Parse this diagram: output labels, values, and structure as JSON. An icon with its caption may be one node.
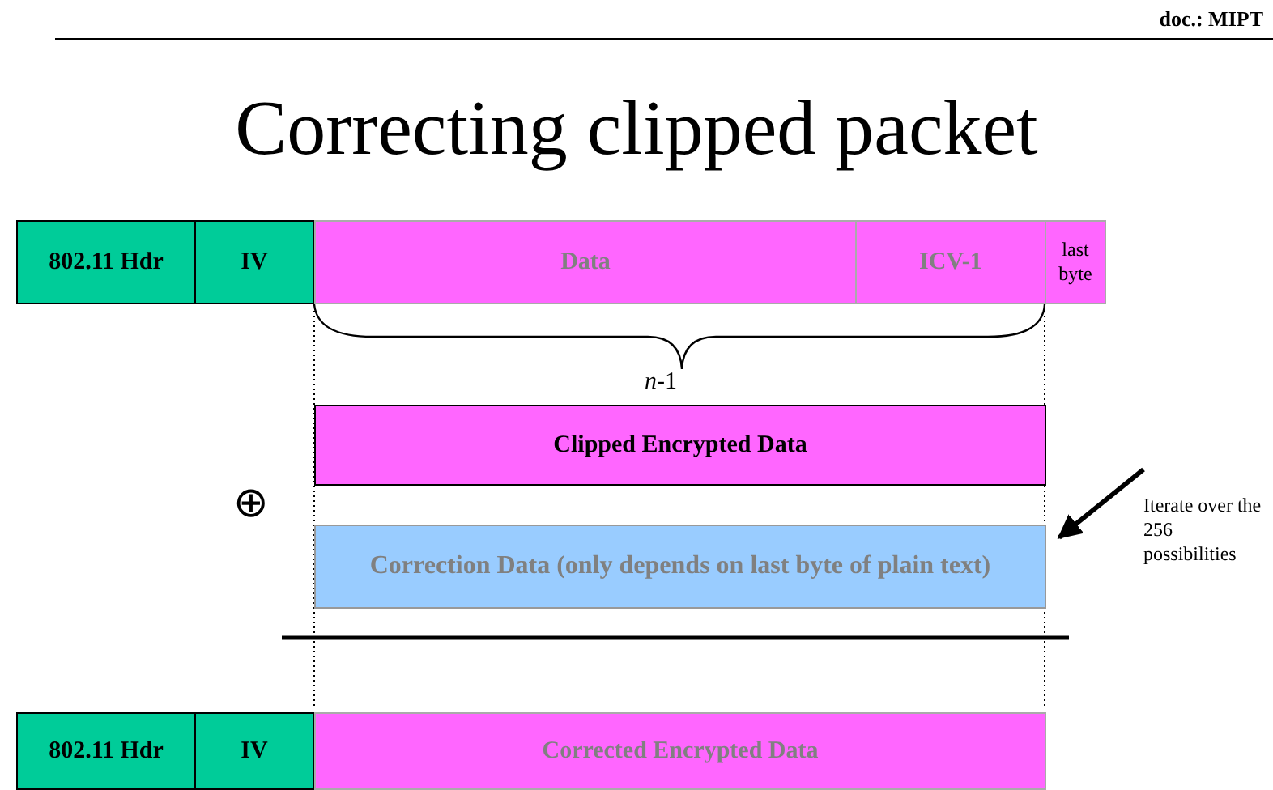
{
  "diagram": {
    "title": "Correcting clipped packet",
    "nodes": [
      {
        "text": [
          "802.11 Hdr"
        ]
      },
      {
        "text": [
          "IV"
        ]
      },
      {
        "text": [
          "Data"
        ]
      },
      {
        "text": [
          "ICV-1"
        ]
      },
      {
        "text": [
          "last byte"
        ]
      },
      {
        "text": [
          "Clipped Encrypted Data"
        ]
      },
      {
        "text": [
          "Correction Data (only depends on last byte of plain text)"
        ]
      },
      {
        "text": [
          "Iterate over the 256 possibilities"
        ]
      },
      {
        "text": [
          "802.11 Hdr"
        ]
      },
      {
        "text": [
          "IV"
        ]
      },
      {
        "text": [
          "Corrected Encrypted Data"
        ]
      }
    ],
    "edges": [
      {
        "from": 7,
        "to": 6,
        "arrow": "to"
      }
    ],
    "labels": [
      "doc.: MIPT",
      "*n*-1",
      "⊕"
    ]
  }
}
